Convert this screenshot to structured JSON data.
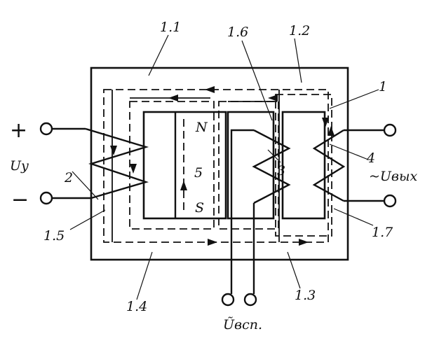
{
  "labels": {
    "l11": "1.1",
    "l12": "1.2",
    "l13": "1.3",
    "l14": "1.4",
    "l15": "1.5",
    "l16": "1.6",
    "l17": "1.7",
    "l1": "1",
    "l2": "2",
    "l3": "3",
    "l4": "4",
    "l5": "5",
    "pole_n": "N",
    "pole_s": "S",
    "plus": "+",
    "minus": "−",
    "uy": "Uy",
    "uout": "~Uвых",
    "uvsp": "Ũвсп."
  },
  "colors": {
    "ink": "#111111",
    "background": "#ffffff"
  },
  "icons": [
    "terminal-circle-icon",
    "flux-arrow-icon"
  ]
}
